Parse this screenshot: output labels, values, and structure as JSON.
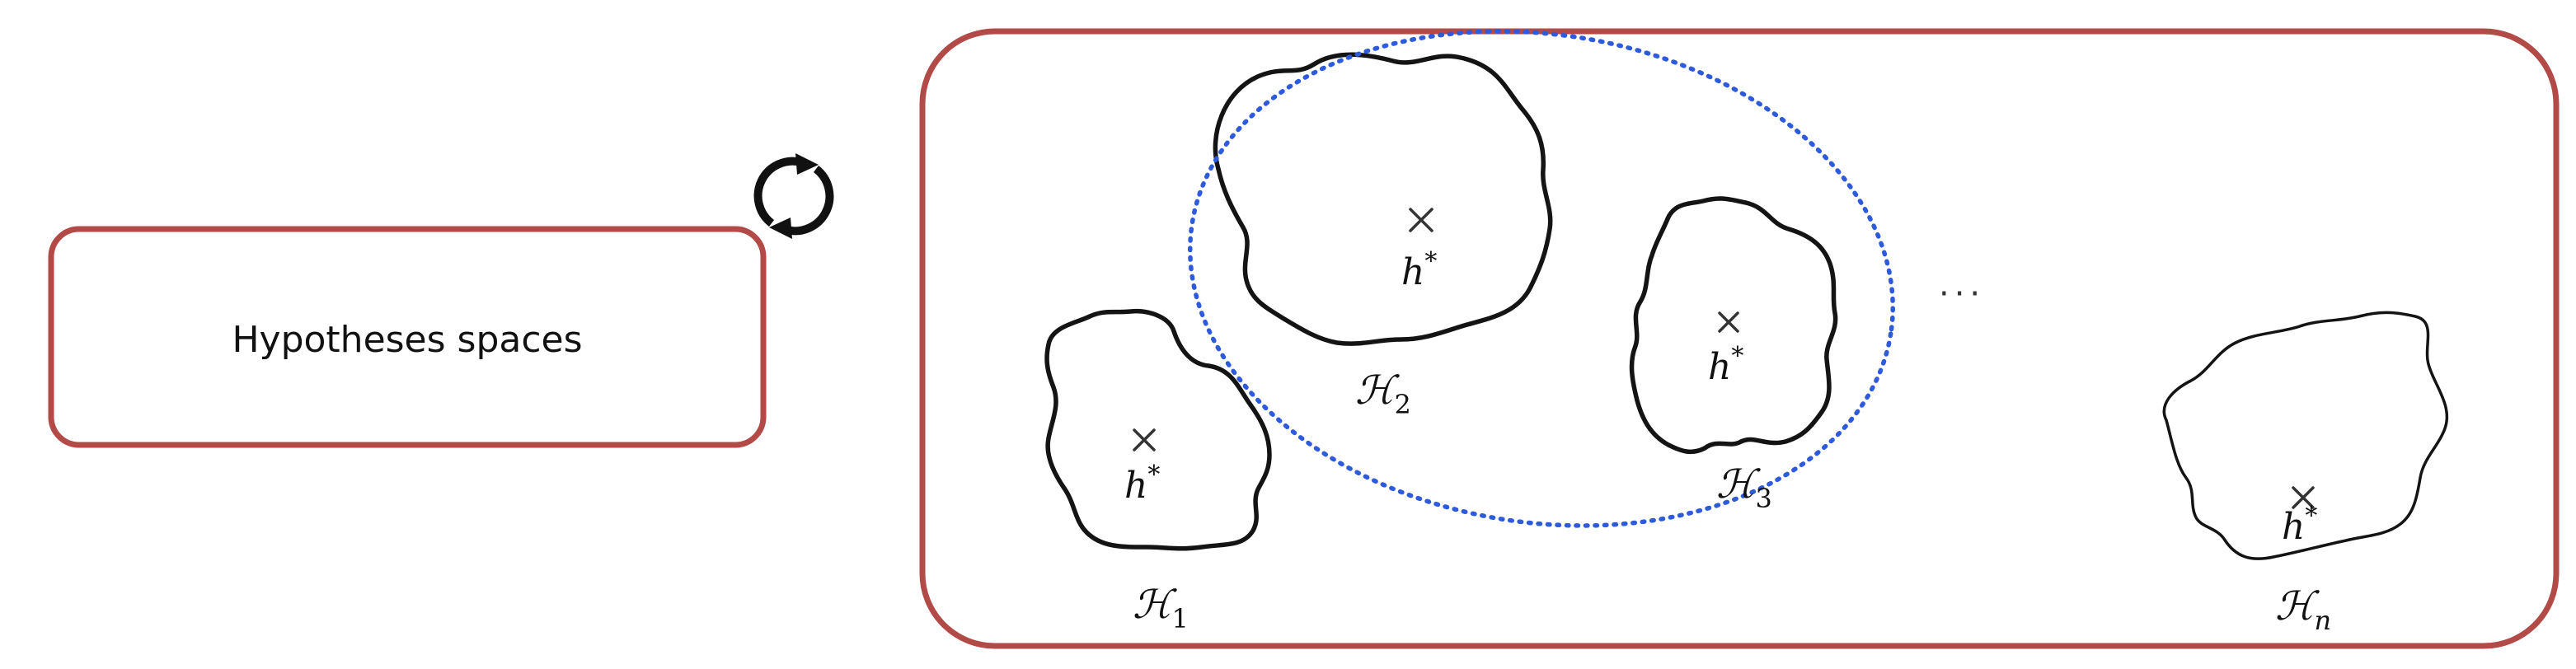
{
  "left_box": {
    "label": "Hypotheses spaces"
  },
  "refresh_icon": "refresh-cycle-icon",
  "spaces": [
    {
      "id": "space-1",
      "symbol": "ℋ",
      "subscript": "1",
      "subscript_italic": false,
      "point_label": "h",
      "point_sup": "*"
    },
    {
      "id": "space-2",
      "symbol": "ℋ",
      "subscript": "2",
      "subscript_italic": false,
      "point_label": "h",
      "point_sup": "*"
    },
    {
      "id": "space-3",
      "symbol": "ℋ",
      "subscript": "3",
      "subscript_italic": false,
      "point_label": "h",
      "point_sup": "*"
    },
    {
      "id": "space-n",
      "symbol": "ℋ",
      "subscript": "n",
      "subscript_italic": true,
      "point_label": "h",
      "point_sup": "*"
    }
  ],
  "ellipsis": "···",
  "colors": {
    "frame": "#b24a48",
    "ellipse": "#2e5bdc",
    "blob": "#141414"
  }
}
